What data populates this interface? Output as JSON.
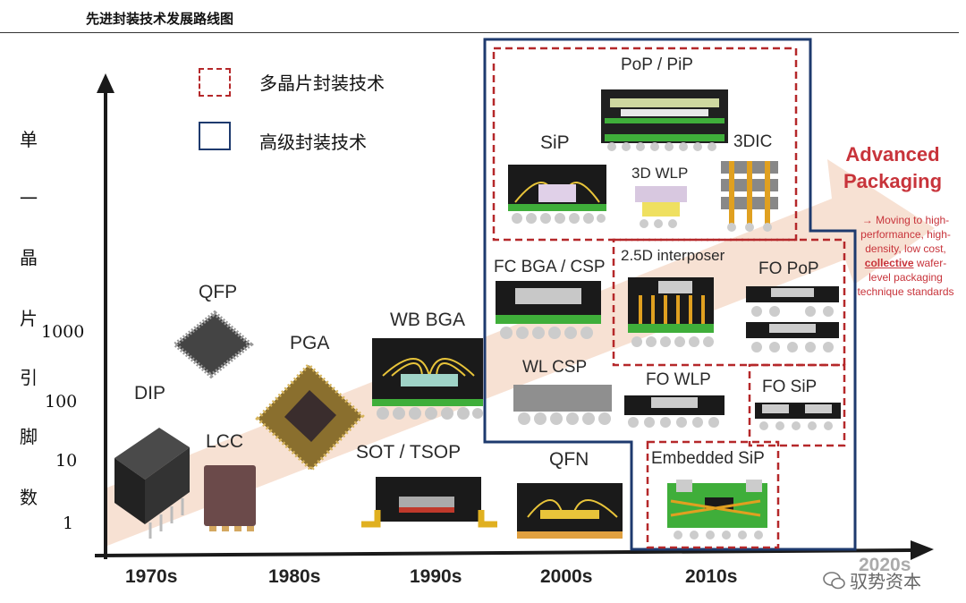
{
  "title": "先进封装技术发展路线图",
  "legend": [
    {
      "label": "多晶片封装技术",
      "style": "dashed",
      "color": "#b5282a"
    },
    {
      "label": "高级封装技术",
      "style": "solid",
      "color": "#1e3a6e"
    }
  ],
  "y_axis": {
    "label_chars": [
      "单",
      "一",
      "晶",
      "片",
      "引",
      "脚",
      "数"
    ],
    "ticks": [
      "1000",
      "100",
      "10",
      "1"
    ]
  },
  "x_axis": {
    "ticks": [
      "1970s",
      "1980s",
      "1990s",
      "2000s",
      "2010s",
      "2020s"
    ]
  },
  "packages": {
    "dip": "DIP",
    "qfp": "QFP",
    "lcc": "LCC",
    "pga": "PGA",
    "wb_bga": "WB BGA",
    "sot_tsop": "SOT / TSOP",
    "qfn": "QFN",
    "fc_bga_csp": "FC BGA / CSP",
    "wl_csp": "WL CSP",
    "interposer_25d": "2.5D interposer",
    "fo_pop": "FO PoP",
    "fo_wlp": "FO WLP",
    "fo_sip": "FO SiP",
    "embedded_sip": "Embedded SiP",
    "pop_pip": "PoP / PiP",
    "sip": "SiP",
    "wlp_3d": "3D WLP",
    "dic_3d": "3DIC"
  },
  "advanced": {
    "title_line1": "Advanced",
    "title_line2": "Packaging",
    "desc_pre": "→ Moving to high-performance, high-density, low cost,",
    "desc_highlight": "collective",
    "desc_post": "wafer-level packaging technique standards"
  },
  "watermark": "驭势资本",
  "colors": {
    "multi_die_border": "#b5282a",
    "advanced_border": "#1e3a6e",
    "arrow_fill": "#f6dccb",
    "advanced_text": "#c8343b"
  }
}
